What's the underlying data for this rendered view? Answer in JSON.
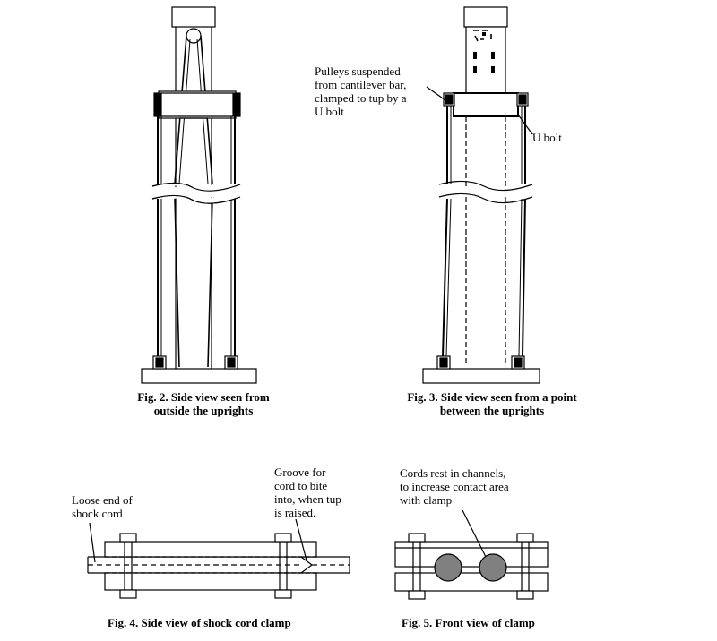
{
  "colors": {
    "ink": "#000000",
    "background": "#ffffff",
    "cord": "#808080"
  },
  "fig2": {
    "caption": "Fig. 2.  Side view seen from\noutside the uprights"
  },
  "fig3": {
    "caption": "Fig. 3.  Side view seen from a point\nbetween the uprights",
    "label_pulleys": "Pulleys suspended\nfrom cantilever bar,\nclamped to tup by a\nU bolt",
    "label_ubolt": "U bolt"
  },
  "fig4": {
    "caption": "Fig. 4.  Side view of shock cord clamp",
    "label_loose_end": "Loose end of\nshock cord",
    "label_groove": "Groove for\ncord to bite\ninto, when tup\nis raised."
  },
  "fig5": {
    "caption": "Fig. 5.  Front view of clamp",
    "label_cords": "Cords rest in channels,\nto increase contact area\nwith clamp"
  }
}
